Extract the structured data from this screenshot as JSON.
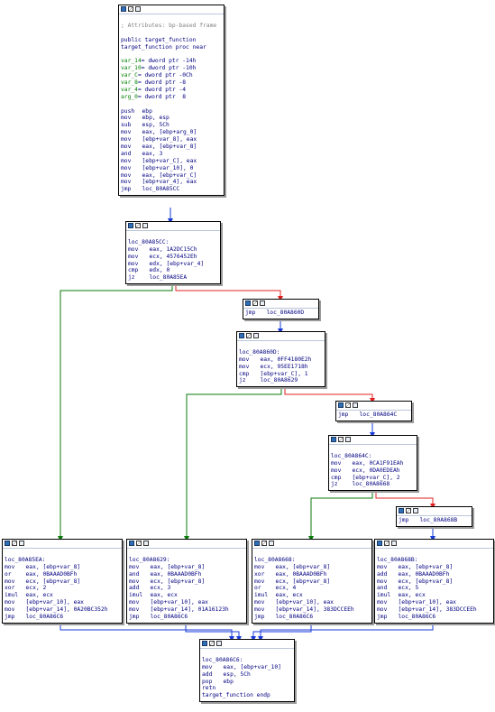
{
  "colors": {
    "true_edge": "#0a7a0a",
    "false_edge": "#e02020",
    "uncond_edge": "#1a3ad8",
    "mnemonic": "#000080",
    "comment": "#808080",
    "variable": "#008000"
  },
  "nodes": [
    {
      "id": "entry",
      "lines": [
        {
          "kind": "blank"
        },
        {
          "kind": "comment",
          "text": "; Attributes: bp-based frame"
        },
        {
          "kind": "blank"
        },
        {
          "kind": "label",
          "text": "public target_function"
        },
        {
          "kind": "label",
          "text": "target_function proc near"
        },
        {
          "kind": "blank"
        },
        {
          "kind": "var",
          "name": "var_14",
          "text": "= dword ptr -14h"
        },
        {
          "kind": "var",
          "name": "var_10",
          "text": "= dword ptr -10h"
        },
        {
          "kind": "var",
          "name": "var_C",
          "text": "= dword ptr -0Ch"
        },
        {
          "kind": "var",
          "name": "var_8",
          "text": "= dword ptr -8"
        },
        {
          "kind": "var",
          "name": "var_4",
          "text": "= dword ptr -4"
        },
        {
          "kind": "var",
          "name": "arg_0",
          "text": "= dword ptr  8"
        },
        {
          "kind": "blank"
        },
        {
          "kind": "ins",
          "m": "push",
          "o": "ebp"
        },
        {
          "kind": "ins",
          "m": "mov",
          "o": "ebp, esp"
        },
        {
          "kind": "ins",
          "m": "sub",
          "o": "esp, 5Ch"
        },
        {
          "kind": "ins",
          "m": "mov",
          "o": "eax, [ebp+arg_0]"
        },
        {
          "kind": "ins",
          "m": "mov",
          "o": "[ebp+var_8], eax"
        },
        {
          "kind": "ins",
          "m": "mov",
          "o": "eax, [ebp+var_8]"
        },
        {
          "kind": "ins",
          "m": "and",
          "o": "eax, 3"
        },
        {
          "kind": "ins",
          "m": "mov",
          "o": "[ebp+var_C], eax"
        },
        {
          "kind": "ins",
          "m": "mov",
          "o": "[ebp+var_10], 0"
        },
        {
          "kind": "ins",
          "m": "mov",
          "o": "eax, [ebp+var_C]"
        },
        {
          "kind": "ins",
          "m": "mov",
          "o": "[ebp+var_4], eax"
        },
        {
          "kind": "ins",
          "m": "jmp",
          "o": "loc_80A85CC"
        }
      ]
    },
    {
      "id": "loc_80A85CC",
      "lines": [
        {
          "kind": "blank"
        },
        {
          "kind": "label",
          "text": "loc_80A85CC:"
        },
        {
          "kind": "ins",
          "m": "mov",
          "o": "eax, 1A2DC15Ch"
        },
        {
          "kind": "ins",
          "m": "mov",
          "o": "ecx, 4576452Eh"
        },
        {
          "kind": "ins",
          "m": "mov",
          "o": "edx, [ebp+var_4]"
        },
        {
          "kind": "ins",
          "m": "cmp",
          "o": "edx, 0"
        },
        {
          "kind": "ins",
          "m": "jz",
          "o": "loc_80A85EA"
        }
      ]
    },
    {
      "id": "jmp_80A860D",
      "lines": [
        {
          "kind": "ins",
          "m": "jmp",
          "o": "loc_80A860D"
        }
      ]
    },
    {
      "id": "loc_80A860D",
      "lines": [
        {
          "kind": "blank"
        },
        {
          "kind": "label",
          "text": "loc_80A860D:"
        },
        {
          "kind": "ins",
          "m": "mov",
          "o": "eax, 0FF4180E2h"
        },
        {
          "kind": "ins",
          "m": "mov",
          "o": "ecx, 95EE1718h"
        },
        {
          "kind": "ins",
          "m": "cmp",
          "o": "[ebp+var_C], 1"
        },
        {
          "kind": "ins",
          "m": "jz",
          "o": "loc_80A8629"
        }
      ]
    },
    {
      "id": "jmp_80A864C",
      "lines": [
        {
          "kind": "ins",
          "m": "jmp",
          "o": "loc_80A864C"
        }
      ]
    },
    {
      "id": "loc_80A864C",
      "lines": [
        {
          "kind": "blank"
        },
        {
          "kind": "label",
          "text": "loc_80A864C:"
        },
        {
          "kind": "ins",
          "m": "mov",
          "o": "eax, 0CA1F91EAh"
        },
        {
          "kind": "ins",
          "m": "mov",
          "o": "ecx, 0DA0EDEAh"
        },
        {
          "kind": "ins",
          "m": "cmp",
          "o": "[ebp+var_C], 2"
        },
        {
          "kind": "ins",
          "m": "jz",
          "o": "loc_80A8668"
        }
      ]
    },
    {
      "id": "jmp_80A868B",
      "lines": [
        {
          "kind": "ins",
          "m": "jmp",
          "o": "loc_80A868B"
        }
      ]
    },
    {
      "id": "loc_80A85EA",
      "lines": [
        {
          "kind": "blank"
        },
        {
          "kind": "label",
          "text": "loc_80A85EA:"
        },
        {
          "kind": "ins",
          "m": "mov",
          "o": "eax, [ebp+var_8]"
        },
        {
          "kind": "ins",
          "m": "or",
          "o": "eax, 0BAAAD0BFh"
        },
        {
          "kind": "ins",
          "m": "mov",
          "o": "ecx, [ebp+var_8]"
        },
        {
          "kind": "ins",
          "m": "xor",
          "o": "ecx, 2"
        },
        {
          "kind": "ins",
          "m": "imul",
          "o": "eax, ecx"
        },
        {
          "kind": "ins",
          "m": "mov",
          "o": "[ebp+var_10], eax"
        },
        {
          "kind": "ins",
          "m": "mov",
          "o": "[ebp+var_14], 0A20BC352h"
        },
        {
          "kind": "ins",
          "m": "jmp",
          "o": "loc_80A86C6"
        }
      ]
    },
    {
      "id": "loc_80A8629",
      "lines": [
        {
          "kind": "blank"
        },
        {
          "kind": "label",
          "text": "loc_80A8629:"
        },
        {
          "kind": "ins",
          "m": "mov",
          "o": "eax, [ebp+var_8]"
        },
        {
          "kind": "ins",
          "m": "and",
          "o": "eax, 0BAAAD0BFh"
        },
        {
          "kind": "ins",
          "m": "mov",
          "o": "ecx, [ebp+var_8]"
        },
        {
          "kind": "ins",
          "m": "add",
          "o": "ecx, 3"
        },
        {
          "kind": "ins",
          "m": "imul",
          "o": "eax, ecx"
        },
        {
          "kind": "ins",
          "m": "mov",
          "o": "[ebp+var_10], eax"
        },
        {
          "kind": "ins",
          "m": "mov",
          "o": "[ebp+var_14], 01A16123h"
        },
        {
          "kind": "ins",
          "m": "jmp",
          "o": "loc_80A86C6"
        }
      ]
    },
    {
      "id": "loc_80A8668",
      "lines": [
        {
          "kind": "blank"
        },
        {
          "kind": "label",
          "text": "loc_80A8668:"
        },
        {
          "kind": "ins",
          "m": "mov",
          "o": "eax, [ebp+var_8]"
        },
        {
          "kind": "ins",
          "m": "xor",
          "o": "eax, 0BAAAD0BFh"
        },
        {
          "kind": "ins",
          "m": "mov",
          "o": "ecx, [ebp+var_8]"
        },
        {
          "kind": "ins",
          "m": "or",
          "o": "ecx, 4"
        },
        {
          "kind": "ins",
          "m": "imul",
          "o": "eax, ecx"
        },
        {
          "kind": "ins",
          "m": "mov",
          "o": "[ebp+var_10], eax"
        },
        {
          "kind": "ins",
          "m": "mov",
          "o": "[ebp+var_14], 383DCCEEh"
        },
        {
          "kind": "ins",
          "m": "jmp",
          "o": "loc_80A86C6"
        }
      ]
    },
    {
      "id": "loc_80A868B",
      "lines": [
        {
          "kind": "blank"
        },
        {
          "kind": "label",
          "text": "loc_80A868B:"
        },
        {
          "kind": "ins",
          "m": "mov",
          "o": "eax, [ebp+var_8]"
        },
        {
          "kind": "ins",
          "m": "add",
          "o": "eax, 0BAAAD0BFh"
        },
        {
          "kind": "ins",
          "m": "mov",
          "o": "ecx, [ebp+var_8]"
        },
        {
          "kind": "ins",
          "m": "and",
          "o": "ecx, 5"
        },
        {
          "kind": "ins",
          "m": "imul",
          "o": "eax, ecx"
        },
        {
          "kind": "ins",
          "m": "mov",
          "o": "[ebp+var_10], eax"
        },
        {
          "kind": "ins",
          "m": "mov",
          "o": "[ebp+var_14], 383DCCEEh"
        },
        {
          "kind": "ins",
          "m": "jmp",
          "o": "loc_80A86C6"
        }
      ]
    },
    {
      "id": "loc_80A86C6",
      "lines": [
        {
          "kind": "blank"
        },
        {
          "kind": "label",
          "text": "loc_80A86C6:"
        },
        {
          "kind": "ins",
          "m": "mov",
          "o": "eax, [ebp+var_10]"
        },
        {
          "kind": "ins",
          "m": "add",
          "o": "esp, 5Ch"
        },
        {
          "kind": "ins",
          "m": "pop",
          "o": "ebp"
        },
        {
          "kind": "ins",
          "m": "retn",
          "o": ""
        },
        {
          "kind": "label",
          "text": "target_function endp"
        }
      ]
    }
  ],
  "edges": [
    {
      "from": "entry",
      "to": "loc_80A85CC",
      "kind": "uncond"
    },
    {
      "from": "loc_80A85CC",
      "to": "loc_80A85EA",
      "kind": "true"
    },
    {
      "from": "loc_80A85CC",
      "to": "jmp_80A860D",
      "kind": "false"
    },
    {
      "from": "jmp_80A860D",
      "to": "loc_80A860D",
      "kind": "uncond"
    },
    {
      "from": "loc_80A860D",
      "to": "loc_80A8629",
      "kind": "true"
    },
    {
      "from": "loc_80A860D",
      "to": "jmp_80A864C",
      "kind": "false"
    },
    {
      "from": "jmp_80A864C",
      "to": "loc_80A864C",
      "kind": "uncond"
    },
    {
      "from": "loc_80A864C",
      "to": "loc_80A8668",
      "kind": "true"
    },
    {
      "from": "loc_80A864C",
      "to": "jmp_80A868B",
      "kind": "false"
    },
    {
      "from": "jmp_80A868B",
      "to": "loc_80A868B",
      "kind": "uncond"
    },
    {
      "from": "loc_80A85EA",
      "to": "loc_80A86C6",
      "kind": "uncond"
    },
    {
      "from": "loc_80A8629",
      "to": "loc_80A86C6",
      "kind": "uncond"
    },
    {
      "from": "loc_80A8668",
      "to": "loc_80A86C6",
      "kind": "uncond"
    },
    {
      "from": "loc_80A868B",
      "to": "loc_80A86C6",
      "kind": "uncond"
    }
  ]
}
